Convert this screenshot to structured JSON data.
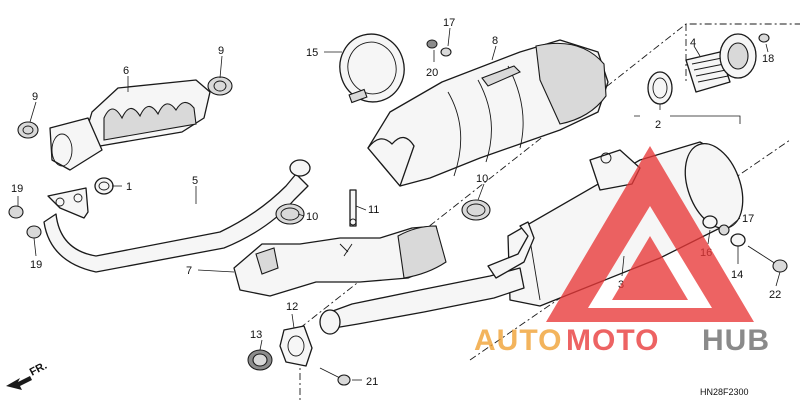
{
  "callouts": {
    "c1": "1",
    "c2": "2",
    "c3": "3",
    "c4": "4",
    "c5": "5",
    "c6": "6",
    "c7": "7",
    "c8": "8",
    "c9a": "9",
    "c9b": "9",
    "c10a": "10",
    "c10b": "10",
    "c11": "11",
    "c12": "12",
    "c13": "13",
    "c14": "14",
    "c15": "15",
    "c16": "16",
    "c17a": "17",
    "c17b": "17",
    "c18": "18",
    "c19a": "19",
    "c19b": "19",
    "c20": "20",
    "c21": "21",
    "c22": "22"
  },
  "direction_label": "FR.",
  "drawing_code": "HN28F2300",
  "watermark": {
    "part_auto": "AUTO",
    "part_moto": "MOTO",
    "part_hub": "HUB",
    "color_orange": "#f0a030",
    "color_red": "#e83838",
    "color_grey": "#6a6a6a"
  }
}
